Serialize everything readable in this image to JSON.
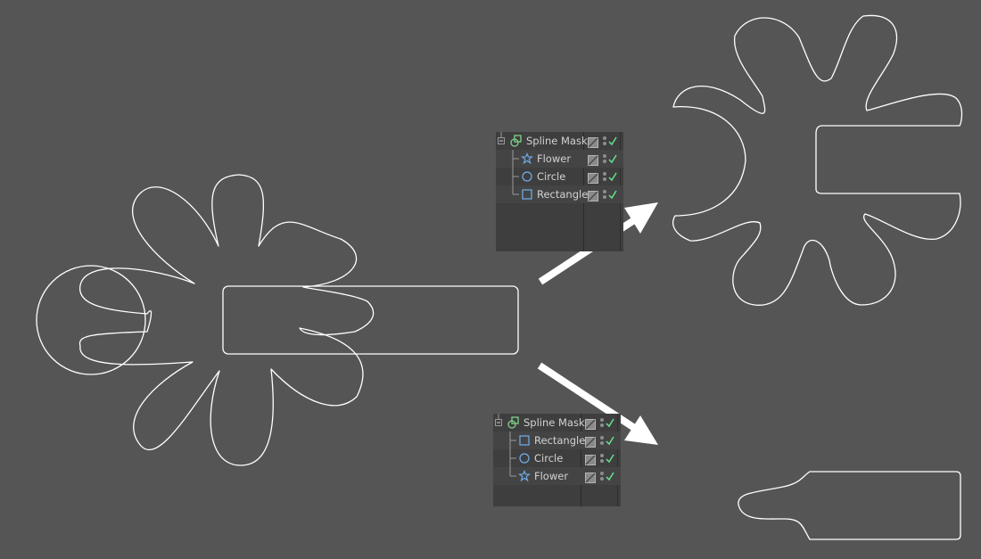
{
  "panels": [
    {
      "id": "top",
      "items": [
        {
          "label": "Spline Mask",
          "icon": "spline-mask-icon",
          "level": 0
        },
        {
          "label": "Flower",
          "icon": "flower-icon",
          "level": 1
        },
        {
          "label": "Circle",
          "icon": "circle-icon",
          "level": 1
        },
        {
          "label": "Rectangle",
          "icon": "rectangle-icon",
          "level": 1
        }
      ]
    },
    {
      "id": "bottom",
      "items": [
        {
          "label": "Spline Mask",
          "icon": "spline-mask-icon",
          "level": 0
        },
        {
          "label": "Rectangle",
          "icon": "rectangle-icon",
          "level": 1
        },
        {
          "label": "Circle",
          "icon": "circle-icon",
          "level": 1
        },
        {
          "label": "Flower",
          "icon": "flower-icon",
          "level": 1
        }
      ]
    }
  ],
  "colors": {
    "background": "#555555",
    "outline": "#ffffff",
    "icon_blue": "#6fb0ee",
    "icon_green": "#7fd18a",
    "check_green": "#66e08a"
  }
}
